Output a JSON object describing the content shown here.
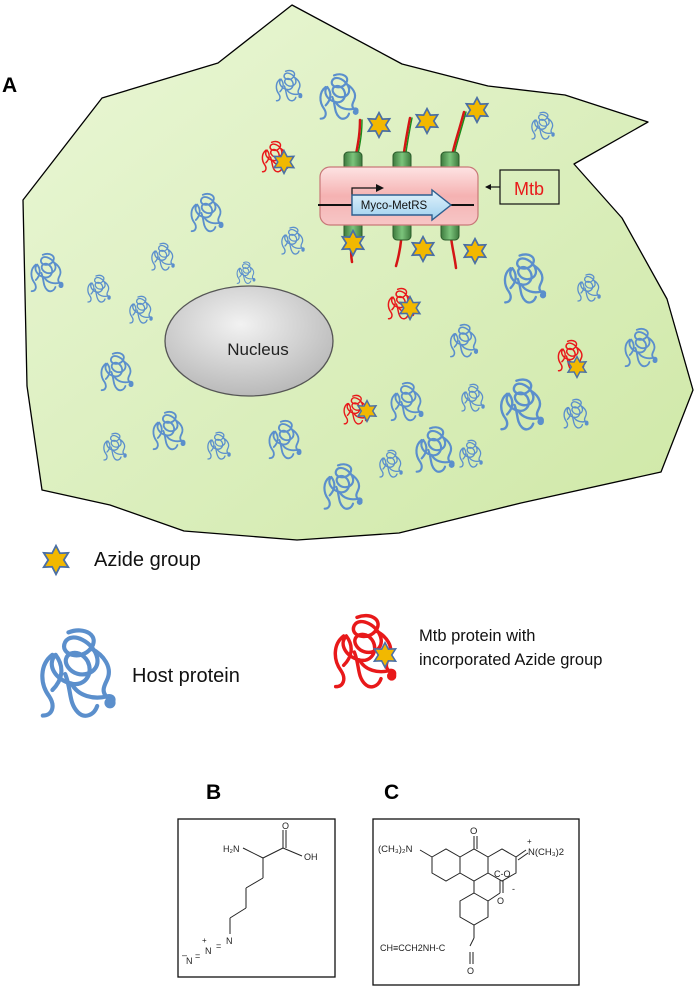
{
  "panels": {
    "a": "A",
    "b": "B",
    "c": "C"
  },
  "cell": {
    "nucleus_label": "Nucleus",
    "gene_label": "Myco-MetRS",
    "mtb_label": "Mtb"
  },
  "legend": {
    "azide": "Azide group",
    "host": "Host protein",
    "mtb_line1": "Mtb protein with",
    "mtb_line2": "incorporated Azide group"
  },
  "structure_b": {
    "amine": "H₂N",
    "oh": "OH",
    "o": "O",
    "n_plus": "+",
    "n1": "N",
    "eq1": "=",
    "n2": "N",
    "eq2": "=",
    "n3": "N",
    "n_minus": "–"
  },
  "structure_c": {
    "left_amine": "(CH₃)₂N",
    "right_amine": "N(CH₃)2",
    "plus": "+",
    "ketone_o": "O",
    "carboxylate": "C-O",
    "minus": "-",
    "carb_o": "O",
    "alkyne_amide": "CH≡CCH2NH-C",
    "amide_o": "O"
  },
  "colors": {
    "cell_fill": "#d9f0b8",
    "host_protein": "#5b8fcc",
    "mtb_protein": "#e8191a",
    "star_fill": "#f2b800",
    "star_stroke": "#4a6fa5",
    "mtb_box_fill": "#f6b9b9",
    "gene_arrow": "#b9dcf2",
    "nucleus": "#c8c8c8"
  }
}
